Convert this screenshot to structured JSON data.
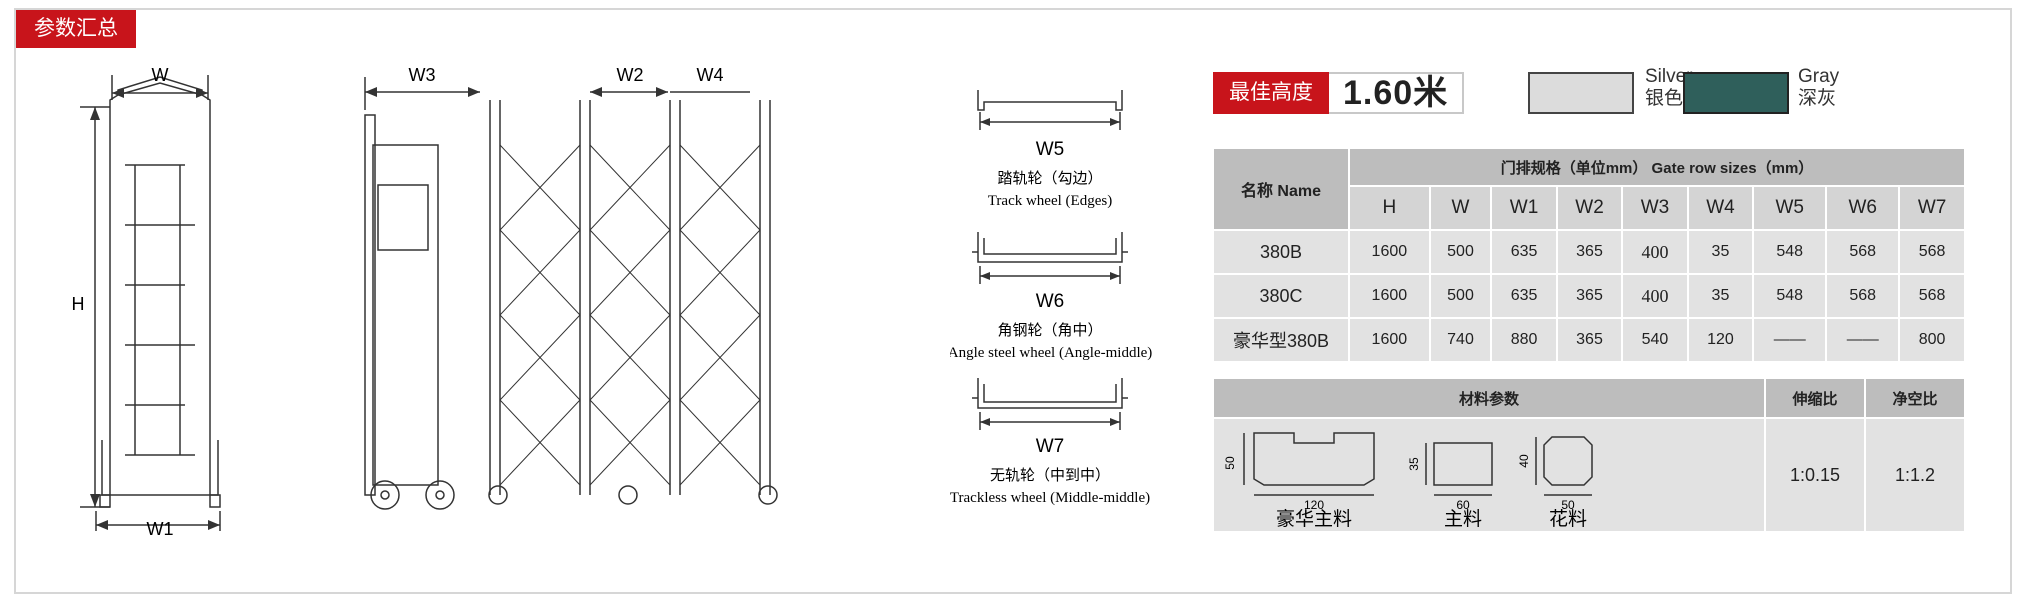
{
  "section_title": "参数汇总",
  "left_drawing": {
    "labels": {
      "w": "W",
      "h": "H",
      "w1": "W1",
      "w3": "W3",
      "w2": "W2",
      "w4": "W4"
    }
  },
  "wheels": [
    {
      "dim": "W5",
      "zh": "踏轨轮（勾边）",
      "en": "Track wheel (Edges)"
    },
    {
      "dim": "W6",
      "zh": "角钢轮（角中）",
      "en": "Angle steel wheel (Angle-middle)"
    },
    {
      "dim": "W7",
      "zh": "无轨轮（中到中）",
      "en": "Trackless wheel (Middle-middle)"
    }
  ],
  "best_height": {
    "label": "最佳高度",
    "value": "1.60米"
  },
  "colors": [
    {
      "en": "Silver",
      "zh": "银色",
      "hex": "#dcdcdc"
    },
    {
      "en": "Gray",
      "zh": "深灰",
      "hex": "#2f5f5b"
    }
  ],
  "spec_table": {
    "name_header": "名称 Name",
    "group_header": "门排规格（单位mm） Gate row sizes（mm）",
    "columns": [
      "H",
      "W",
      "W1",
      "W2",
      "W3",
      "W4",
      "W5",
      "W6",
      "W7"
    ],
    "rows": [
      {
        "name": "380B",
        "values": [
          "1600",
          "500",
          "635",
          "365",
          "400",
          "35",
          "548",
          "568",
          "568"
        ]
      },
      {
        "name": "380C",
        "values": [
          "1600",
          "500",
          "635",
          "365",
          "400",
          "35",
          "548",
          "568",
          "568"
        ]
      },
      {
        "name": "豪华型380B",
        "values": [
          "1600",
          "740",
          "880",
          "365",
          "540",
          "120",
          "——",
          "——",
          "800"
        ]
      }
    ]
  },
  "material_table": {
    "header": "材料参数",
    "ratio_header": "伸缩比",
    "clear_header": "净空比",
    "ratio_value": "1:0.15",
    "clear_value": "1:1.2",
    "profiles": [
      {
        "name": "豪华主料",
        "height": "50",
        "width": "120"
      },
      {
        "name": "主料",
        "height": "35",
        "width": "60"
      },
      {
        "name": "花料",
        "height": "40",
        "width": "50"
      }
    ]
  }
}
